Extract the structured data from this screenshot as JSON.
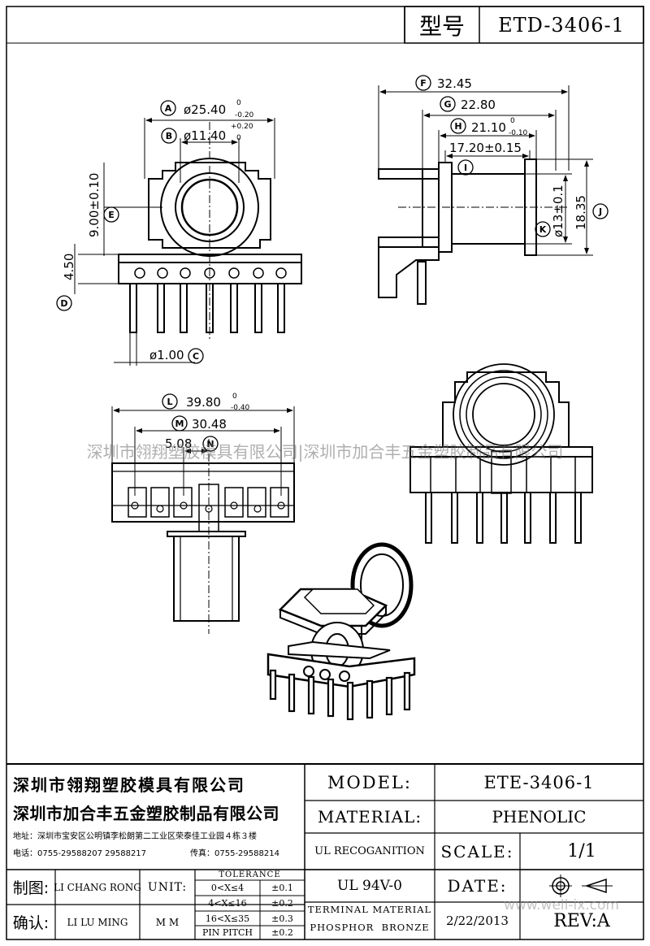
{
  "header": {
    "type_label": "型号",
    "type_value": "ETD-3406-1"
  },
  "watermarks": {
    "center_band": "深圳市翎翔塑胶模具有限公司|深圳市加合丰五金塑胶制品有限公司",
    "url": "www.well-ix.com"
  },
  "dimensions": {
    "A": {
      "letter": "A",
      "value": "ø25.40",
      "tol_upper": "0",
      "tol_lower": "-0.20"
    },
    "B": {
      "letter": "B",
      "value": "ø11.40",
      "tol_upper": "+0.20",
      "tol_lower": "0"
    },
    "C": {
      "letter": "C",
      "value": "ø1.00"
    },
    "D": {
      "letter": "D"
    },
    "E": {
      "letter": "E",
      "value": "9.00±0.10"
    },
    "F": {
      "letter": "F",
      "value": "32.45"
    },
    "G": {
      "letter": "G",
      "value": "22.80"
    },
    "H": {
      "letter": "H",
      "value": "21.10",
      "tol_upper": "0",
      "tol_lower": "-0.10"
    },
    "I": {
      "letter": "I",
      "value": "17.20±0.15"
    },
    "J": {
      "letter": "J",
      "value": "18.35"
    },
    "K": {
      "letter": "K",
      "value": "ø13±0.1"
    },
    "L": {
      "letter": "L",
      "value": "39.80",
      "tol_upper": "0",
      "tol_lower": "-0.40"
    },
    "M": {
      "letter": "M",
      "value": "30.48"
    },
    "N": {
      "letter": "N",
      "value": "5.08"
    },
    "D_value": "4.50"
  },
  "title_block": {
    "company1": "深圳市翎翔塑胶模具有限公司",
    "company2": "深圳市加合丰五金塑胶制品有限公司",
    "address": "地址：深圳市宝安区公明镇李松朗第二工业区荣泰佳工业园４栋３楼",
    "phone": "电话：0755-29588207  29588217",
    "fax": "传真：0755-29588214",
    "model_label": "MODEL:",
    "model_value": "ETE-3406-1",
    "material_label": "MATERIAL:",
    "material_value": "PHENOLIC",
    "ul_label": "UL RECOGANITION",
    "scale_label": "SCALE:",
    "scale_value": "1/1",
    "drawn_label": "制图:",
    "drawn_value": "LI CHANG RONG",
    "unit_label": "UNIT:",
    "unit_value": "M M",
    "tolerance_title": "TOLERANCE",
    "tolerance_rows": [
      {
        "range": "0<X≤4",
        "value": "±0.1"
      },
      {
        "range": "4<X≤16",
        "value": "±0.2"
      },
      {
        "range": "16<X≤35",
        "value": "±0.3"
      },
      {
        "range": "PIN PITCH",
        "value": "±0.2"
      }
    ],
    "ul_value": "UL 94V-0",
    "date_label": "DATE:",
    "confirm_label": "确认:",
    "confirm_value": "LI LU MING",
    "terminal_label": "TERMINAL MATERIAL",
    "terminal_value": "PHOSPHOR  BRONZE",
    "date_value": "2/22/2013",
    "rev_label": "REV:A"
  }
}
